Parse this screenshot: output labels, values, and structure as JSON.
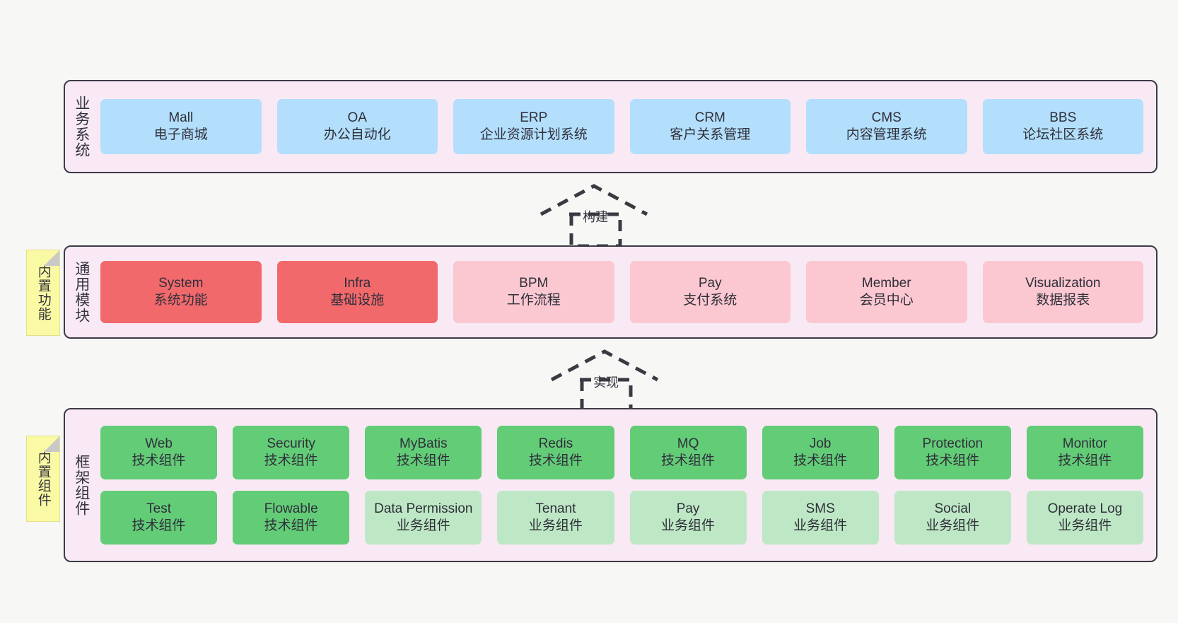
{
  "diagram": {
    "title": "",
    "colors": {
      "band_background": "#f8e9f4",
      "band_border": "#3b3b47",
      "business_card": "#b3dffc",
      "module_core": "#f2696c",
      "module_optional": "#fbc8d1",
      "tech_component": "#63cc77",
      "biz_component": "#bee8c5",
      "sticky_note": "#fbfaa4",
      "canvas": "#f7f7f5"
    }
  },
  "bands": {
    "business": {
      "label": "业务系统",
      "cards": [
        {
          "en": "Mall",
          "cn": "电子商城"
        },
        {
          "en": "OA",
          "cn": "办公自动化"
        },
        {
          "en": "ERP",
          "cn": "企业资源计划系统"
        },
        {
          "en": "CRM",
          "cn": "客户关系管理"
        },
        {
          "en": "CMS",
          "cn": "内容管理系统"
        },
        {
          "en": "BBS",
          "cn": "论坛社区系统"
        }
      ]
    },
    "modules": {
      "label": "通用模块",
      "sticky": "内置功能",
      "cards": [
        {
          "en": "System",
          "cn": "系统功能",
          "tone": "red"
        },
        {
          "en": "Infra",
          "cn": "基础设施",
          "tone": "red"
        },
        {
          "en": "BPM",
          "cn": "工作流程",
          "tone": "pink"
        },
        {
          "en": "Pay",
          "cn": "支付系统",
          "tone": "pink"
        },
        {
          "en": "Member",
          "cn": "会员中心",
          "tone": "pink"
        },
        {
          "en": "Visualization",
          "cn": "数据报表",
          "tone": "pink"
        }
      ]
    },
    "framework": {
      "label": "框架组件",
      "sticky": "内置组件",
      "row1": [
        {
          "en": "Web",
          "cn": "技术组件"
        },
        {
          "en": "Security",
          "cn": "技术组件"
        },
        {
          "en": "MyBatis",
          "cn": "技术组件"
        },
        {
          "en": "Redis",
          "cn": "技术组件"
        },
        {
          "en": "MQ",
          "cn": "技术组件"
        },
        {
          "en": "Job",
          "cn": "技术组件"
        },
        {
          "en": "Protection",
          "cn": "技术组件"
        },
        {
          "en": "Monitor",
          "cn": "技术组件"
        }
      ],
      "row2": [
        {
          "en": "Test",
          "cn": "技术组件",
          "tone": "green"
        },
        {
          "en": "Flowable",
          "cn": "技术组件",
          "tone": "green"
        },
        {
          "en": "Data Permission",
          "cn": "业务组件",
          "tone": "lightgreen"
        },
        {
          "en": "Tenant",
          "cn": "业务组件",
          "tone": "lightgreen"
        },
        {
          "en": "Pay",
          "cn": "业务组件",
          "tone": "lightgreen"
        },
        {
          "en": "SMS",
          "cn": "业务组件",
          "tone": "lightgreen"
        },
        {
          "en": "Social",
          "cn": "业务组件",
          "tone": "lightgreen"
        },
        {
          "en": "Operate Log",
          "cn": "业务组件",
          "tone": "lightgreen"
        }
      ]
    }
  },
  "connectors": [
    {
      "label": "构建",
      "from": "通用模块",
      "to": "业务系统",
      "style": "dashed-generalization-up"
    },
    {
      "label": "实现",
      "from": "框架组件",
      "to": "通用模块",
      "style": "dashed-generalization-up"
    }
  ]
}
